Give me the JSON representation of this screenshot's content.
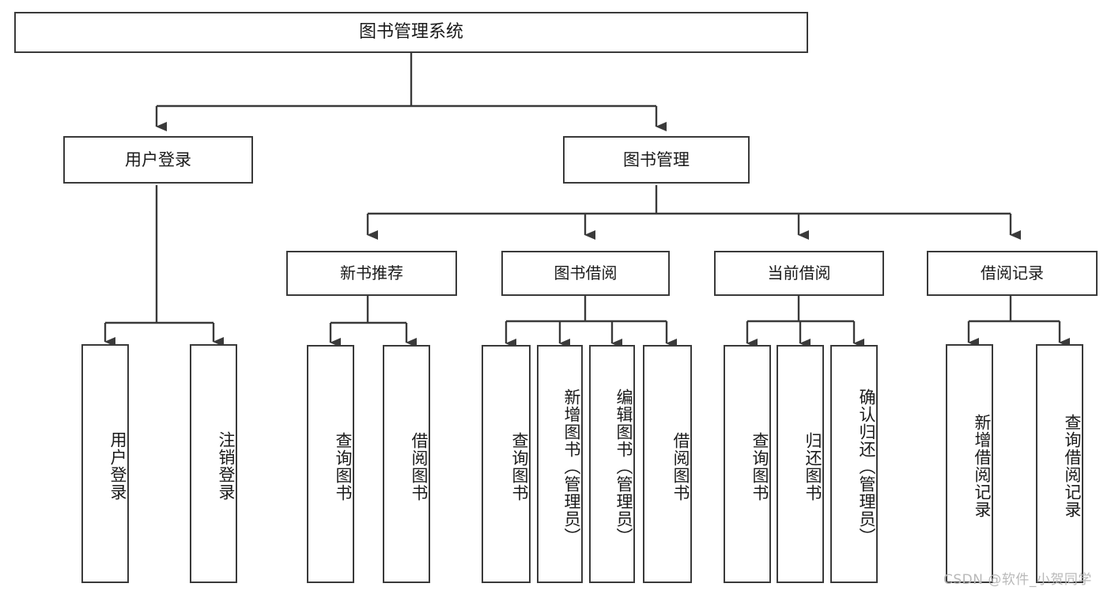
{
  "diagram": {
    "type": "hierarchy-tree",
    "title": "图书管理系统",
    "root": {
      "id": "root",
      "label": "图书管理系统"
    },
    "level2": [
      {
        "id": "user-login",
        "label": "用户登录"
      },
      {
        "id": "book-manage",
        "label": "图书管理"
      }
    ],
    "level3": [
      {
        "id": "new-book-recommend",
        "label": "新书推荐",
        "parent": "book-manage"
      },
      {
        "id": "book-borrow",
        "label": "图书借阅",
        "parent": "book-manage"
      },
      {
        "id": "current-borrow",
        "label": "当前借阅",
        "parent": "book-manage"
      },
      {
        "id": "borrow-record",
        "label": "借阅记录",
        "parent": "book-manage"
      }
    ],
    "leaves": [
      {
        "id": "leaf-user-login",
        "label": "用户登录",
        "parent": "user-login"
      },
      {
        "id": "leaf-logout-login",
        "label": "注销登录",
        "parent": "user-login"
      },
      {
        "id": "leaf-query-book-1",
        "label": "查询图书",
        "parent": "new-book-recommend"
      },
      {
        "id": "leaf-borrow-book-1",
        "label": "借阅图书",
        "parent": "new-book-recommend"
      },
      {
        "id": "leaf-query-book-2",
        "label": "查询图书",
        "parent": "book-borrow"
      },
      {
        "id": "leaf-add-book",
        "label": "新增图书（管理员）",
        "parent": "book-borrow"
      },
      {
        "id": "leaf-edit-book",
        "label": "编辑图书（管理员）",
        "parent": "book-borrow"
      },
      {
        "id": "leaf-borrow-book-2",
        "label": "借阅图书",
        "parent": "book-borrow"
      },
      {
        "id": "leaf-query-book-3",
        "label": "查询图书",
        "parent": "current-borrow"
      },
      {
        "id": "leaf-return-book",
        "label": "归还图书",
        "parent": "current-borrow"
      },
      {
        "id": "leaf-confirm-return",
        "label": "确认归还（管理员）",
        "parent": "current-borrow"
      },
      {
        "id": "leaf-add-record",
        "label": "新增借阅记录",
        "parent": "borrow-record"
      },
      {
        "id": "leaf-query-record",
        "label": "查询借阅记录",
        "parent": "borrow-record"
      }
    ],
    "colors": {
      "box_border": "#3a3a3a",
      "box_fill": "#ffffff",
      "connector": "#3a3a3a",
      "text": "#1a1a1a",
      "watermark": "#b9b9b9"
    }
  },
  "watermark": {
    "text": "CSDN @软件_小贺同学"
  }
}
